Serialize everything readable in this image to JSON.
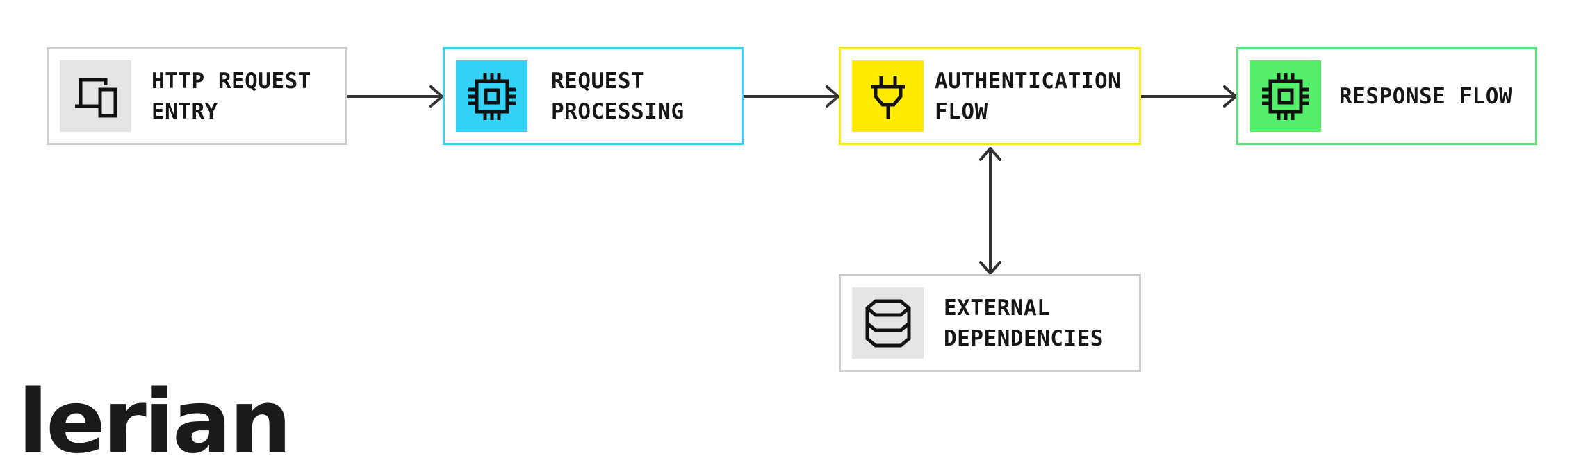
{
  "diagram": {
    "nodes": [
      {
        "id": "http-request-entry",
        "label": "HTTP REQUEST\nENTRY",
        "icon": "devices-icon",
        "border_color": "#cccccc",
        "icon_bg": "#e5e5e5"
      },
      {
        "id": "request-processing",
        "label": "REQUEST\nPROCESSING",
        "icon": "chip-icon",
        "border_color": "#3dd0ec",
        "icon_bg": "#33d1f5"
      },
      {
        "id": "authentication-flow",
        "label": "AUTHENTICATION\nFLOW",
        "icon": "plug-icon",
        "border_color": "#f5e633",
        "icon_bg": "#ffeb00"
      },
      {
        "id": "response-flow",
        "label": "RESPONSE FLOW",
        "icon": "chip-icon",
        "border_color": "#5ee07a",
        "icon_bg": "#55ee6a"
      },
      {
        "id": "external-dependencies",
        "label": "EXTERNAL\nDEPENDENCIES",
        "icon": "database-icon",
        "border_color": "#cccccc",
        "icon_bg": "#e5e5e5"
      }
    ],
    "edges": [
      {
        "from": "http-request-entry",
        "to": "request-processing",
        "direction": "forward"
      },
      {
        "from": "request-processing",
        "to": "authentication-flow",
        "direction": "forward"
      },
      {
        "from": "authentication-flow",
        "to": "response-flow",
        "direction": "forward"
      },
      {
        "from": "authentication-flow",
        "to": "external-dependencies",
        "direction": "both"
      }
    ]
  },
  "brand": {
    "logo_text": "lerian"
  }
}
